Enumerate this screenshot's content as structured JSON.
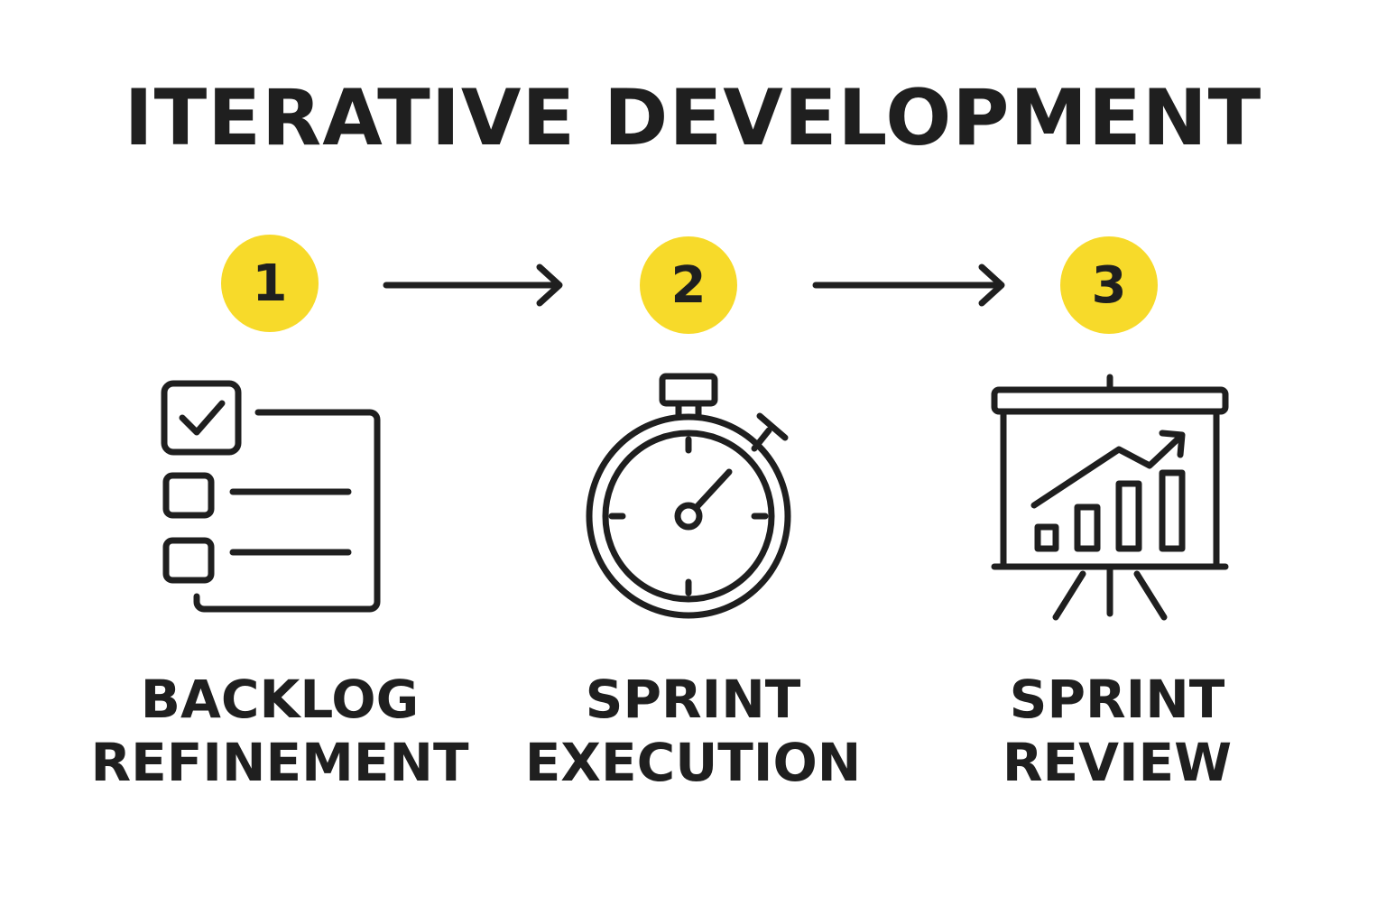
{
  "title": "ITERATIVE DEVELOPMENT",
  "colors": {
    "accent": "#f7da2a",
    "ink": "#1f1f1f",
    "background": "#ffffff"
  },
  "steps": [
    {
      "number": "1",
      "label_line1": "BACKLOG",
      "label_line2": "REFINEMENT",
      "icon": "checklist-icon"
    },
    {
      "number": "2",
      "label_line1": "SPRINT",
      "label_line2": "EXECUTION",
      "icon": "stopwatch-icon"
    },
    {
      "number": "3",
      "label_line1": "SPRINT",
      "label_line2": "REVIEW",
      "icon": "presentation-chart-icon"
    }
  ]
}
